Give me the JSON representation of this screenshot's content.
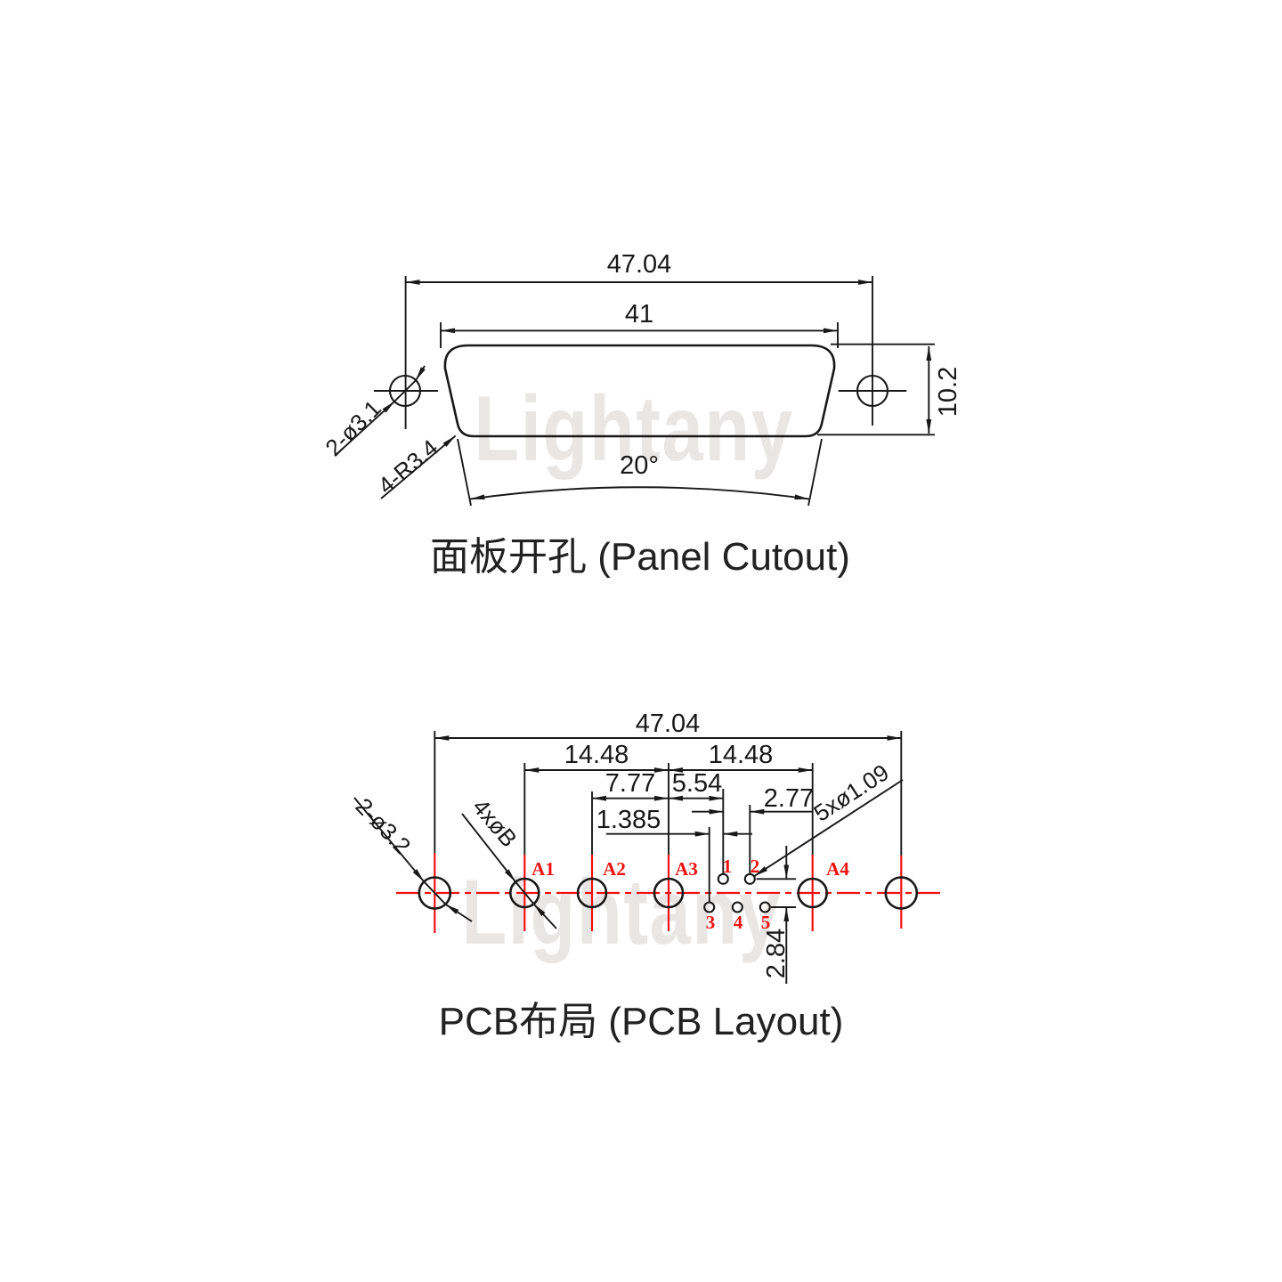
{
  "watermark": "Lightany",
  "colors": {
    "line": "#181818",
    "red": "#f01010",
    "watermark": "#e9e7e5"
  },
  "panel_cutout": {
    "title": "面板开孔 (Panel Cutout)",
    "dim_overall": "47.04",
    "dim_opening_width": "41",
    "dim_height": "10.2",
    "dim_angle": "20°",
    "label_mount_holes": "2-ø3.1",
    "label_corner_radius": "4-R3.4"
  },
  "pcb_layout": {
    "title": "PCB布局 (PCB Layout)",
    "dim_overall": "47.04",
    "dim_a1_a3": "14.48",
    "dim_a3_a4": "14.48",
    "dim_a2_a3": "7.77",
    "dim_a3_pin1": "5.54",
    "dim_pin_pitch": "2.77",
    "dim_row_offset": "1.385",
    "dim_row_spacing": "2.84",
    "label_mount_holes": "2-ø3.2",
    "label_coax_holes": "4xøB",
    "label_signal_holes": "5xø1.09",
    "hole_labels": [
      "A1",
      "A2",
      "A3",
      "A4"
    ],
    "pin_labels": [
      "1",
      "2",
      "3",
      "4",
      "5"
    ]
  }
}
